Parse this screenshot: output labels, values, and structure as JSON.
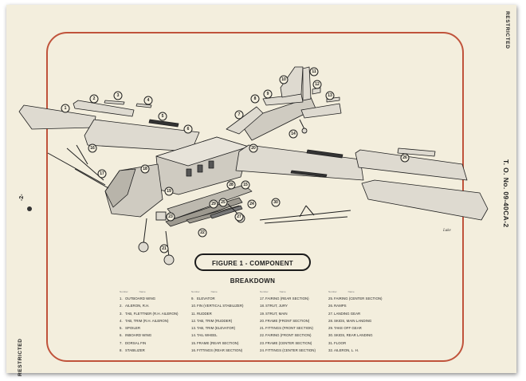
{
  "page": {
    "restricted_top": "RESTRICTED",
    "restricted_bottom": "RESTRICTED",
    "doc_number": "T. O. No. 09-40CA-2",
    "page_number": "-2-",
    "figure_title": "FIGURE 1 - COMPONENT BREAKDOWN",
    "artist_signature": "Luke"
  },
  "legend": {
    "col_headers": [
      "Number",
      "Name"
    ],
    "items": [
      {
        "num": "1.",
        "name": "OUTBOARD WING"
      },
      {
        "num": "2.",
        "name": "AILERON, R.H."
      },
      {
        "num": "3.",
        "name": "TAB, FLETTNER (R.H. AILERON)"
      },
      {
        "num": "4.",
        "name": "TAB, TRIM (R.H. AILERON)"
      },
      {
        "num": "5.",
        "name": "SPOILER"
      },
      {
        "num": "6.",
        "name": "INBOARD WING"
      },
      {
        "num": "7.",
        "name": "DORSAL FIN"
      },
      {
        "num": "8.",
        "name": "STABILIZER"
      },
      {
        "num": "9.",
        "name": "ELEVATOR"
      },
      {
        "num": "10.",
        "name": "FIN (VERTICAL STABILIZER)"
      },
      {
        "num": "11.",
        "name": "RUDDER"
      },
      {
        "num": "12.",
        "name": "TAB, TRIM (RUDDER)"
      },
      {
        "num": "13.",
        "name": "TAB, TRIM (ELEVATOR)"
      },
      {
        "num": "14.",
        "name": "TAIL WHEEL"
      },
      {
        "num": "15.",
        "name": "FRAME (REAR SECTION)"
      },
      {
        "num": "16.",
        "name": "FITTINGS (REAR SECTION)"
      },
      {
        "num": "17.",
        "name": "FAIRING (REAR SECTION)"
      },
      {
        "num": "18.",
        "name": "STRUT, JURY"
      },
      {
        "num": "19.",
        "name": "STRUT, MAIN"
      },
      {
        "num": "20.",
        "name": "FRAME (FRONT SECTION)"
      },
      {
        "num": "21.",
        "name": "FITTINGS (FRONT SECTION)"
      },
      {
        "num": "22.",
        "name": "FAIRING (FRONT SECTION)"
      },
      {
        "num": "23.",
        "name": "FRAME (CENTER SECTION)"
      },
      {
        "num": "24.",
        "name": "FITTINGS (CENTER SECTION)"
      },
      {
        "num": "25.",
        "name": "FAIRING (CENTER SECTION)"
      },
      {
        "num": "26.",
        "name": "RAMPS"
      },
      {
        "num": "27.",
        "name": "LANDING GEAR"
      },
      {
        "num": "28.",
        "name": "SKIDS, MAIN LANDING"
      },
      {
        "num": "29.",
        "name": "TAKE OFF GEAR"
      },
      {
        "num": "30.",
        "name": "SKIDS, REAR LANDING"
      },
      {
        "num": "31.",
        "name": "FLOOR"
      },
      {
        "num": "32.",
        "name": "AILERON, L. H."
      }
    ]
  },
  "callouts": [
    "1",
    "2",
    "3",
    "4",
    "5",
    "6",
    "7",
    "8",
    "9",
    "10",
    "11",
    "12",
    "13",
    "14",
    "15",
    "16",
    "17",
    "18",
    "19",
    "20",
    "21",
    "22",
    "23",
    "24",
    "25",
    "26",
    "27",
    "28",
    "29",
    "30",
    "31"
  ],
  "colors": {
    "paper": "#f3eedd",
    "frame": "#c0533b",
    "ink": "#1f1f1f",
    "part_fill": "#dedad0",
    "part_shadow": "#8f8b84"
  }
}
